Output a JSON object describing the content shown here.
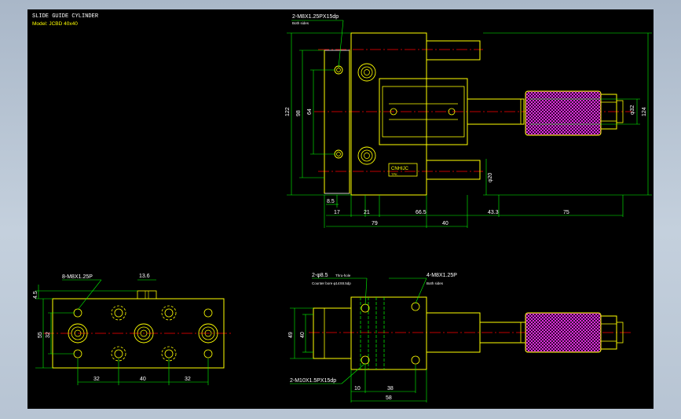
{
  "title_block": {
    "title": "SLIDE GUIDE CYLINDER",
    "model": "Model: JCBD 40x40"
  },
  "top_view": {
    "callout_main": "2-M8X1.25PX15dp",
    "callout_sub": "Both sides",
    "logo_text": "CNHIJC",
    "logo_sub": "TPK",
    "dims_vertical": [
      "122",
      "98",
      "64"
    ],
    "dims_right": [
      "φ32",
      "124"
    ],
    "dim_phi20": "φ20",
    "dims_bottom_row1": [
      "8.5"
    ],
    "dims_bottom_row2": [
      "17",
      "21",
      "66.5",
      "43.3",
      "75"
    ],
    "dims_bottom_row3": [
      "79",
      "40"
    ]
  },
  "left_view": {
    "callout": "8-M8X1.25P",
    "dim_top": "13.6",
    "dims_left": [
      "4.5",
      "55",
      "32"
    ],
    "dims_bottom": [
      "32",
      "40",
      "32"
    ]
  },
  "side_view": {
    "callout_thru": "2-φ8.5",
    "callout_thru_sub": "Thru-hole",
    "callout_cbore": "Counter bore φ14X8.5dp",
    "callout_tap": "4-M8X1.25P",
    "callout_tap_sub": "Both sides",
    "callout_bottom": "2-M10X1.5PX15dp",
    "dims_left": [
      "49",
      "40"
    ],
    "dims_bottom": [
      "10",
      "38",
      "58"
    ]
  }
}
